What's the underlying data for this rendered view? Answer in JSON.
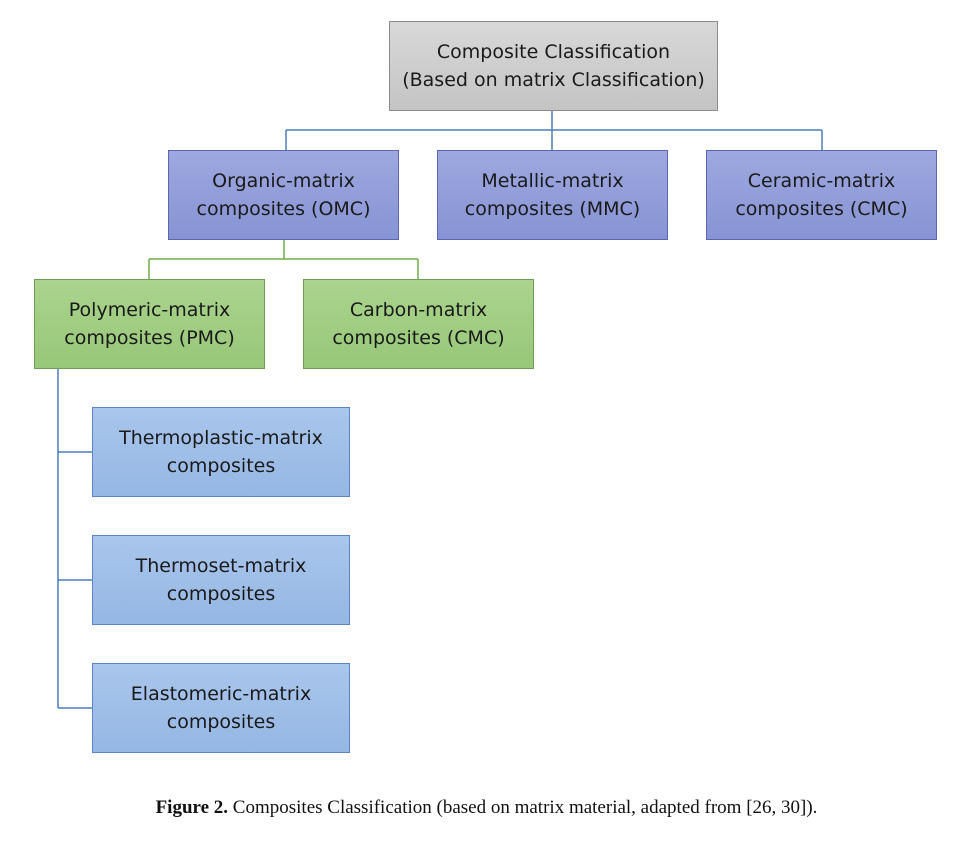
{
  "diagram": {
    "root": "Composite Classification\n(Based on matrix Classification)",
    "level1": {
      "omc": "Organic-matrix\ncomposites (OMC)",
      "mmc": "Metallic-matrix\ncomposites (MMC)",
      "cmc": "Ceramic-matrix\ncomposites (CMC)"
    },
    "level2": {
      "pmc": "Polymeric-matrix\ncomposites (PMC)",
      "carbon": "Carbon-matrix\ncomposites (CMC)"
    },
    "level3": {
      "thermoplastic": "Thermoplastic-matrix\ncomposites",
      "thermoset": "Thermoset-matrix\ncomposites",
      "elastomeric": "Elastomeric-matrix\ncomposites"
    },
    "colors": {
      "root": "#cccccc",
      "level1": "#8f9bd8",
      "level2": "#a0cd82",
      "level3": "#9ebde8",
      "connector_blue": "#4a7ebb",
      "connector_green": "#70ad47"
    }
  },
  "caption": {
    "label": "Figure 2.",
    "text": " Composites Classification (based on matrix material, adapted from [26, 30])."
  }
}
